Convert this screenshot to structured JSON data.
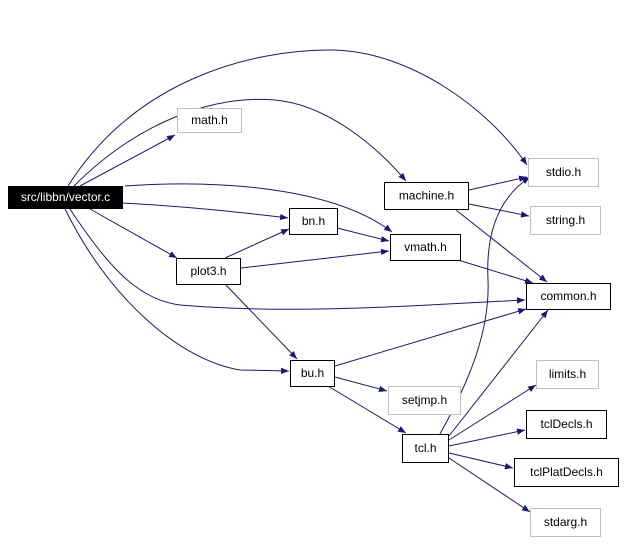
{
  "colors": {
    "edge": "#191970",
    "box_solid": "#000000",
    "box_faded": "#bfbfbf",
    "focus_fill": "#000000",
    "focus_text": "#ffffff",
    "text": "#000000"
  },
  "nodes": [
    {
      "id": "vector_c",
      "label": "src/libbn/vector.c",
      "style": "focus"
    },
    {
      "id": "math_h",
      "label": "math.h",
      "style": "faded"
    },
    {
      "id": "stdio_h",
      "label": "stdio.h",
      "style": "faded"
    },
    {
      "id": "machine_h",
      "label": "machine.h",
      "style": "solid"
    },
    {
      "id": "string_h",
      "label": "string.h",
      "style": "faded"
    },
    {
      "id": "bn_h",
      "label": "bn.h",
      "style": "solid"
    },
    {
      "id": "vmath_h",
      "label": "vmath.h",
      "style": "solid"
    },
    {
      "id": "plot3_h",
      "label": "plot3.h",
      "style": "solid"
    },
    {
      "id": "common_h",
      "label": "common.h",
      "style": "solid"
    },
    {
      "id": "bu_h",
      "label": "bu.h",
      "style": "solid"
    },
    {
      "id": "limits_h",
      "label": "limits.h",
      "style": "faded"
    },
    {
      "id": "setjmp_h",
      "label": "setjmp.h",
      "style": "faded"
    },
    {
      "id": "tcl_h",
      "label": "tcl.h",
      "style": "solid"
    },
    {
      "id": "tclDecls_h",
      "label": "tclDecls.h",
      "style": "solid"
    },
    {
      "id": "tclPlatDecls_h",
      "label": "tclPlatDecls.h",
      "style": "solid"
    },
    {
      "id": "stdarg_h",
      "label": "stdarg.h",
      "style": "faded"
    }
  ],
  "edges": [
    {
      "from": "vector_c",
      "to": "math_h"
    },
    {
      "from": "vector_c",
      "to": "stdio_h"
    },
    {
      "from": "vector_c",
      "to": "machine_h"
    },
    {
      "from": "vector_c",
      "to": "vmath_h"
    },
    {
      "from": "vector_c",
      "to": "bn_h"
    },
    {
      "from": "vector_c",
      "to": "plot3_h"
    },
    {
      "from": "vector_c",
      "to": "common_h"
    },
    {
      "from": "vector_c",
      "to": "bu_h"
    },
    {
      "from": "machine_h",
      "to": "stdio_h"
    },
    {
      "from": "machine_h",
      "to": "string_h"
    },
    {
      "from": "machine_h",
      "to": "common_h"
    },
    {
      "from": "bn_h",
      "to": "vmath_h"
    },
    {
      "from": "plot3_h",
      "to": "bn_h"
    },
    {
      "from": "plot3_h",
      "to": "vmath_h"
    },
    {
      "from": "plot3_h",
      "to": "bu_h"
    },
    {
      "from": "vmath_h",
      "to": "common_h"
    },
    {
      "from": "bu_h",
      "to": "common_h"
    },
    {
      "from": "bu_h",
      "to": "setjmp_h"
    },
    {
      "from": "bu_h",
      "to": "tcl_h"
    },
    {
      "from": "tcl_h",
      "to": "stdio_h"
    },
    {
      "from": "tcl_h",
      "to": "common_h"
    },
    {
      "from": "tcl_h",
      "to": "limits_h"
    },
    {
      "from": "tcl_h",
      "to": "tclDecls_h"
    },
    {
      "from": "tcl_h",
      "to": "tclPlatDecls_h"
    },
    {
      "from": "tcl_h",
      "to": "stdarg_h"
    }
  ]
}
